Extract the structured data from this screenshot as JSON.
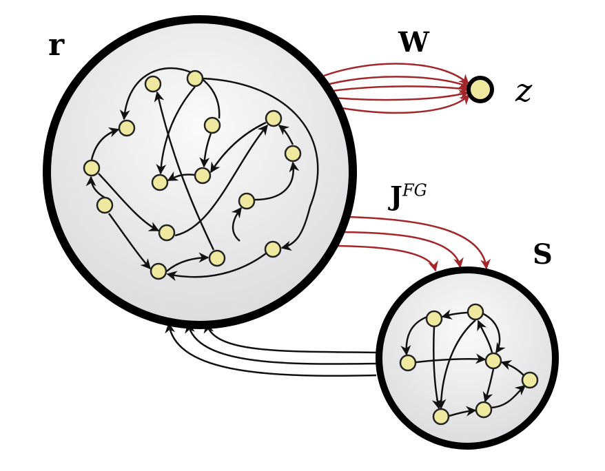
{
  "labels": {
    "reservoir": "r",
    "readout_weights": "W",
    "output": "z",
    "feedback_base": "J",
    "feedback_sup": "FG",
    "feedback_source": "S"
  },
  "colors": {
    "node_fill": "#efe9a0",
    "node_stroke": "#222222",
    "ring": "#000000",
    "red_arrow": "#a2262a",
    "black_arrow": "#111111"
  }
}
